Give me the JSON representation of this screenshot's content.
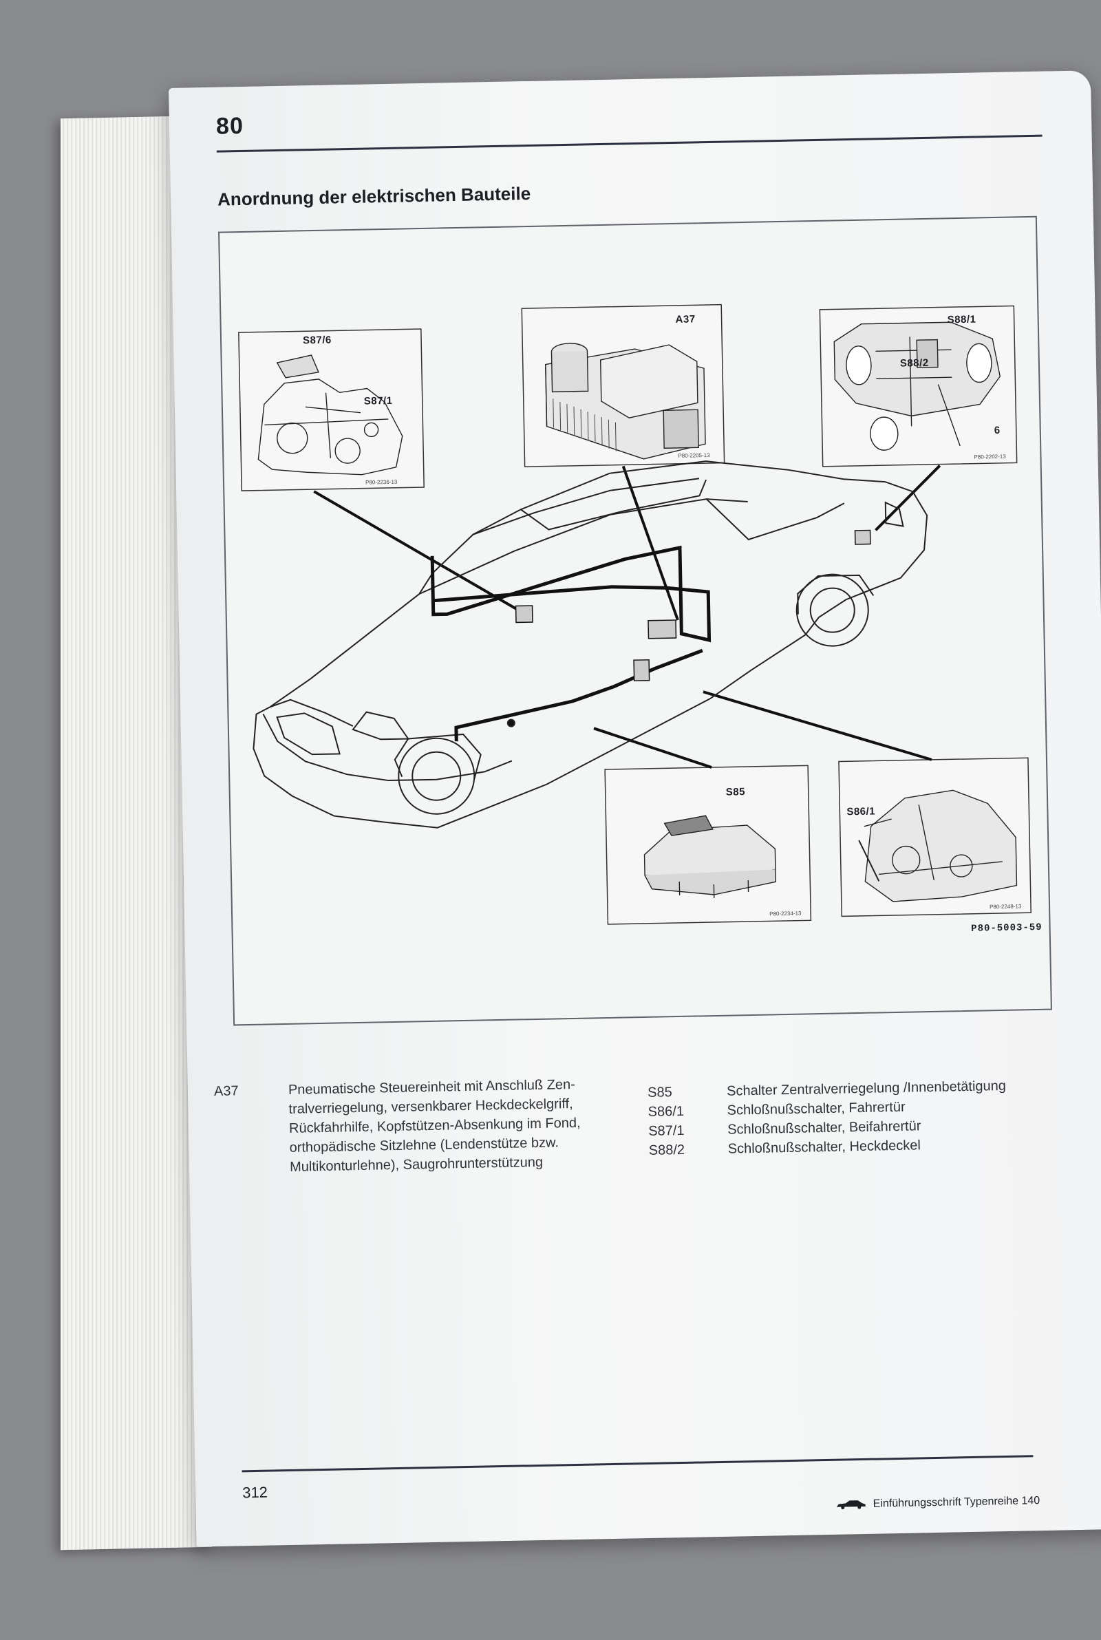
{
  "page": {
    "number_top": "80",
    "section_title": "Anordnung der elektrischen Bauteile",
    "page_number_bottom": "312",
    "footer_text": "Einführungsschrift Typenreihe 140"
  },
  "figure": {
    "reference": "P80-5003-59",
    "insets": [
      {
        "labels": [
          "S87/6",
          "S87/1"
        ],
        "code": "P80-2236-13"
      },
      {
        "labels": [
          "A37"
        ],
        "code": "P80-2205-13"
      },
      {
        "labels": [
          "S88/1",
          "S88/2",
          "6"
        ],
        "code": "P80-2202-13"
      },
      {
        "labels": [
          "S85"
        ],
        "code": "P80-2234-13"
      },
      {
        "labels": [
          "S86/1"
        ],
        "code": "P80-2248-13"
      }
    ]
  },
  "legend": {
    "left": {
      "code": "A37",
      "lines": [
        "Pneumatische Steuereinheit mit Anschluß Zen-",
        "tralverriegelung, versenkbarer Heckdeckelgriff,",
        "Rückfahrhilfe, Kopfstützen-Absenkung im Fond,",
        "orthopädische Sitzlehne (Lendenstütze bzw.",
        "Multikonturlehne), Saugrohrunterstützung"
      ]
    },
    "right": [
      {
        "code": "S85",
        "text": "Schalter Zentralverriegelung /Innenbetätigung"
      },
      {
        "code": "S86/1",
        "text": "Schloßnußschalter, Fahrertür"
      },
      {
        "code": "S87/1",
        "text": "Schloßnußschalter, Beifahrertür"
      },
      {
        "code": "S88/2",
        "text": "Schloßnußschalter, Heckdeckel"
      }
    ]
  },
  "icons": {
    "footer_car": "car-silhouette-icon"
  },
  "colors": {
    "ink": "#1d1f24",
    "rule": "#2d3040",
    "paper": "#f4f5f5"
  }
}
